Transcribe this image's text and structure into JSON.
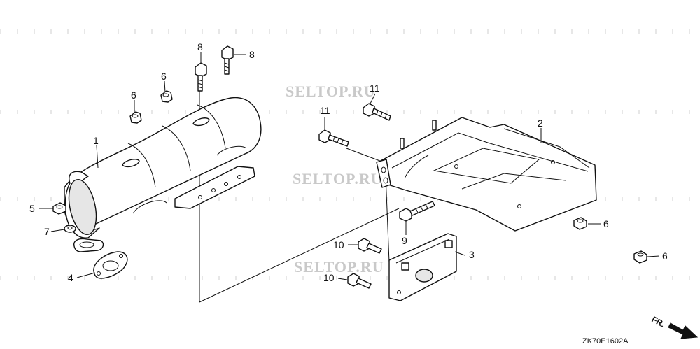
{
  "watermarks": [
    "SELTOP.RU",
    "SELTOP.RU",
    "SELTOP.RU"
  ],
  "callouts": {
    "p1": "1",
    "p2": "2",
    "p3": "3",
    "p4": "4",
    "p5": "5",
    "p6a": "6",
    "p6b": "6",
    "p6c": "6",
    "p6d": "6",
    "p7": "7",
    "p8a": "8",
    "p8b": "8",
    "p9": "9",
    "p10a": "10",
    "p10b": "10",
    "p11a": "11",
    "p11b": "11"
  },
  "diagram_code": "ZK70E1602A",
  "direction_label": "FR."
}
